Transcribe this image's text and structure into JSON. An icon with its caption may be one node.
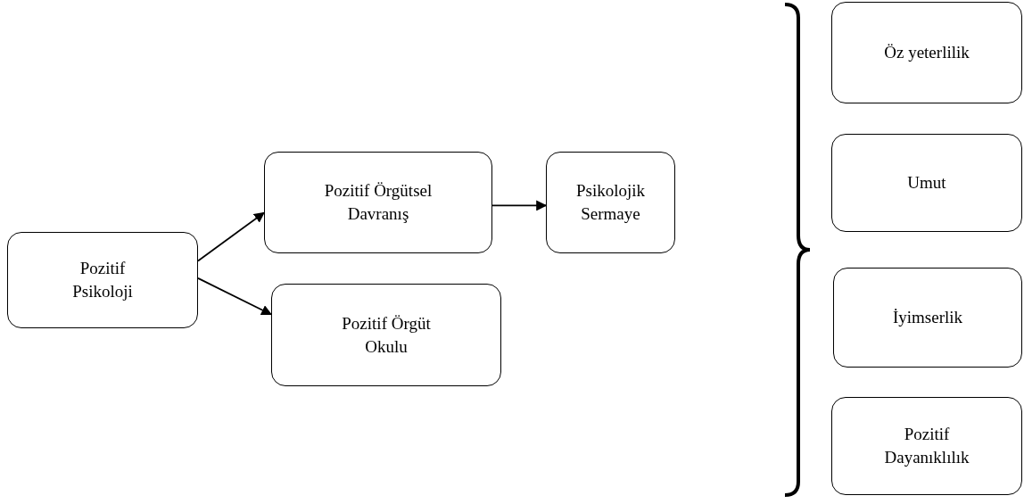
{
  "diagram": {
    "nodes": [
      {
        "text": [
          "Pozitif Psikoloji"
        ]
      },
      {
        "text": [
          "Pozitif Örgütsel Davranış"
        ]
      },
      {
        "text": [
          "Pozitif Örgüt Okulu"
        ]
      },
      {
        "text": [
          "Psikolojik Sermaye"
        ]
      },
      {
        "text": [
          "Öz yeterlilik"
        ]
      },
      {
        "text": [
          "Umut"
        ]
      },
      {
        "text": [
          "İyimserlik"
        ]
      },
      {
        "text": [
          "Pozitif Dayanıklılık"
        ]
      }
    ],
    "edges": [
      {
        "from": 0,
        "to": 1,
        "arrow": "to"
      },
      {
        "from": 0,
        "to": 2,
        "arrow": "to"
      },
      {
        "from": 1,
        "to": 3,
        "arrow": "to"
      }
    ]
  }
}
